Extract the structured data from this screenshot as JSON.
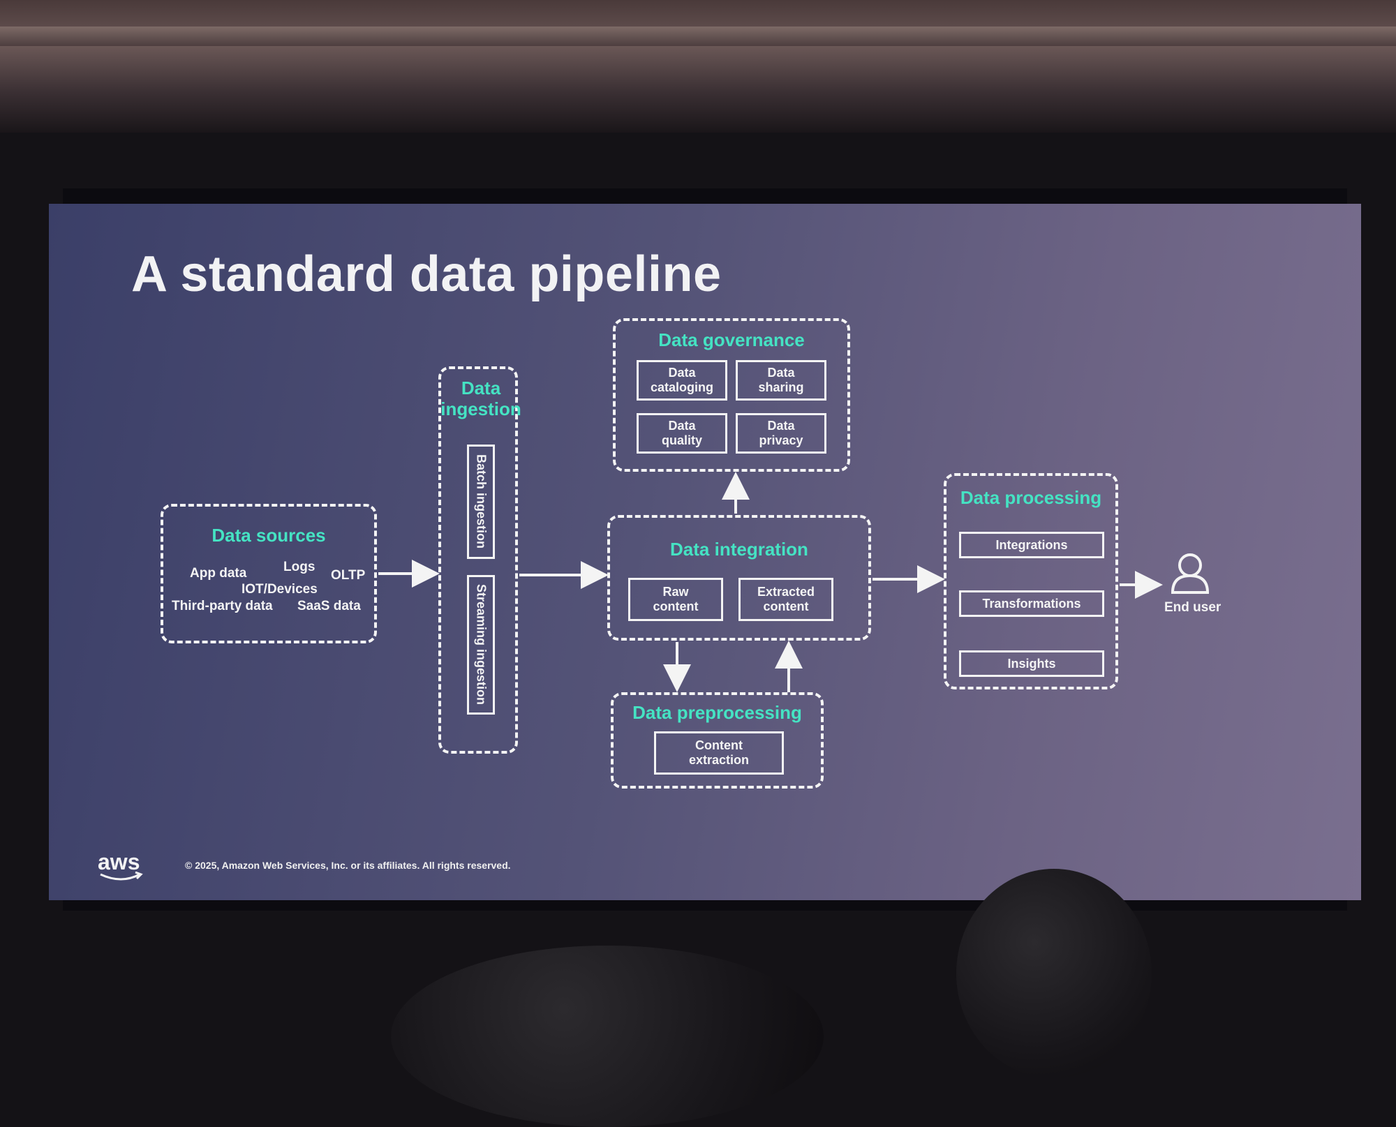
{
  "slide": {
    "title": "A standard data pipeline",
    "footer": "© 2025, Amazon Web Services, Inc. or its affiliates. All rights reserved.",
    "logo": "aws"
  },
  "sources": {
    "title": "Data sources",
    "items": [
      "App data",
      "Logs",
      "OLTP",
      "IOT/Devices",
      "Third-party data",
      "SaaS data"
    ]
  },
  "ingestion": {
    "title": "Data ingestion",
    "items": [
      "Batch ingestion",
      "Streaming ingestion"
    ]
  },
  "governance": {
    "title": "Data governance",
    "items": [
      "Data cataloging",
      "Data sharing",
      "Data quality",
      "Data privacy"
    ]
  },
  "integration": {
    "title": "Data integration",
    "items": [
      "Raw content",
      "Extracted content"
    ]
  },
  "preprocessing": {
    "title": "Data preprocessing",
    "items": [
      "Content extraction"
    ]
  },
  "processing": {
    "title": "Data processing",
    "items": [
      "Integrations",
      "Transformations",
      "Insights"
    ]
  },
  "end_user": {
    "label": "End user",
    "icon": "user-icon"
  },
  "colors": {
    "accent": "#45e3c3",
    "line": "#f4f4f4"
  }
}
